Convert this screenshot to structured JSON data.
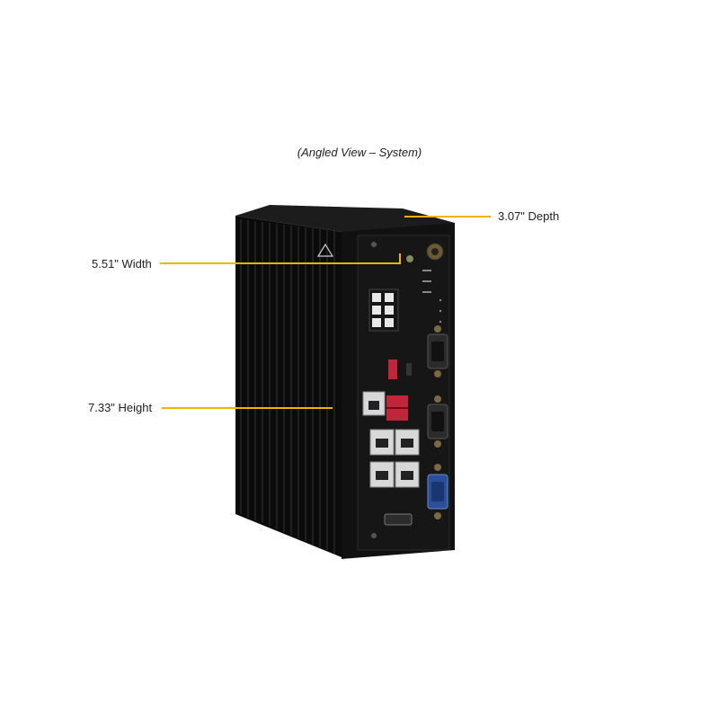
{
  "caption": "(Angled View – System)",
  "dimensions": {
    "depth": "3.07\" Depth",
    "width": "5.51\" Width",
    "height": "7.33\" Height"
  },
  "colors": {
    "leader_line": "#f0b400",
    "chassis": "#0d0d0d",
    "usb_red": "#c0253a",
    "com_blue": "#2a4f9a"
  }
}
